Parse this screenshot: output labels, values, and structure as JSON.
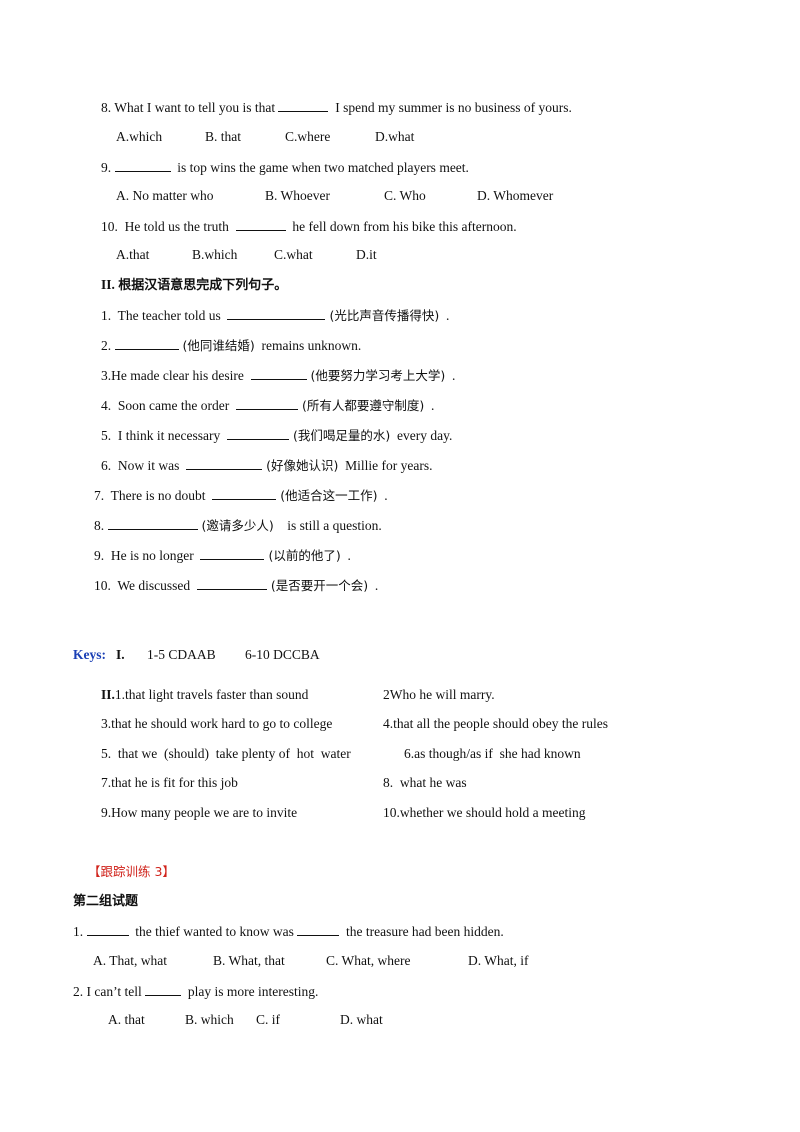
{
  "section1_tail": [
    {
      "stem_before": "8. What I want to tell you is that ",
      "stem_after": "  I spend my summer is no business of yours.",
      "options": [
        "A.which",
        "B. that",
        "C.where",
        "D.what"
      ]
    },
    {
      "stem_before": "9. ",
      "stem_after": "  is top wins the game when two matched players meet.",
      "options": [
        "A. No matter who",
        "B. Whoever",
        "C. Who",
        "D. Whomever"
      ]
    },
    {
      "stem_before": "10.  He told us the truth  ",
      "stem_after": "  he fell down from his bike this afternoon.",
      "options": [
        "A.that",
        "B.which",
        "C.what",
        "D.it"
      ]
    }
  ],
  "section2": {
    "heading_num": "II. ",
    "heading_text": "根据汉语意思完成下列句子。",
    "items": [
      {
        "before": "1.  The teacher told us  ",
        "cn": " (光比声音传播得快)",
        "after": "  ."
      },
      {
        "before": "2. ",
        "cn": " (他同谁结婚)",
        "after": "  remains unknown."
      },
      {
        "before": "3.He made clear his desire  ",
        "cn": " (他要努力学习考上大学)",
        "after": "  ."
      },
      {
        "before": "4.  Soon came the order  ",
        "cn": " (所有人都要遵守制度)",
        "after": "  ."
      },
      {
        "before": "5.  I think it necessary  ",
        "cn": " (我们喝足量的水)",
        "after": "  every day."
      },
      {
        "before": "6.  Now it was  ",
        "cn": " (好像她认识)",
        "after": "  Millie for years."
      },
      {
        "before": "7.  There is no doubt  ",
        "cn": " (他适合这一工作)",
        "after": "  ."
      },
      {
        "before": "8. ",
        "cn": " (邀请多少人)",
        "after": "    is still a question."
      },
      {
        "before": "9.  He is no longer  ",
        "cn": " (以前的他了)",
        "after": "  ."
      },
      {
        "before": "10.  We discussed  ",
        "cn": " (是否要开一个会)",
        "after": "  ."
      }
    ]
  },
  "keys": {
    "label": "Keys:",
    "part1_label": "I.",
    "part1_a": "1-5 CDAAB",
    "part1_b": "6-10 DCCBA",
    "part2_label": "II.",
    "part2": [
      [
        "1.that light travels faster than sound",
        "2Who he will marry."
      ],
      [
        "3.that he should work hard to go to college",
        "4.that all the people should obey the rules"
      ],
      [
        "5.  that we  (should)  take plenty of  hot  water",
        "6.as though/as if  she had known"
      ],
      [
        "7.that he is fit for this job",
        "8.  what he was"
      ],
      [
        "9.How many people we are to invite",
        "10.whether we should hold a meeting"
      ]
    ]
  },
  "tracking": {
    "title": "【跟踪训练 3】",
    "group": "第二组试题",
    "items": [
      {
        "stem": [
          "1. ",
          "  the thief wanted to know was ",
          "  the treasure had been hidden."
        ],
        "options": [
          "A. That, what",
          "B. What, that",
          "C. What, where",
          "D. What, if"
        ]
      },
      {
        "stem": [
          "2. I can’t tell ",
          "  play is more interesting."
        ],
        "options": [
          "A. that",
          "B. which",
          "C. if",
          "D. what"
        ]
      }
    ]
  }
}
